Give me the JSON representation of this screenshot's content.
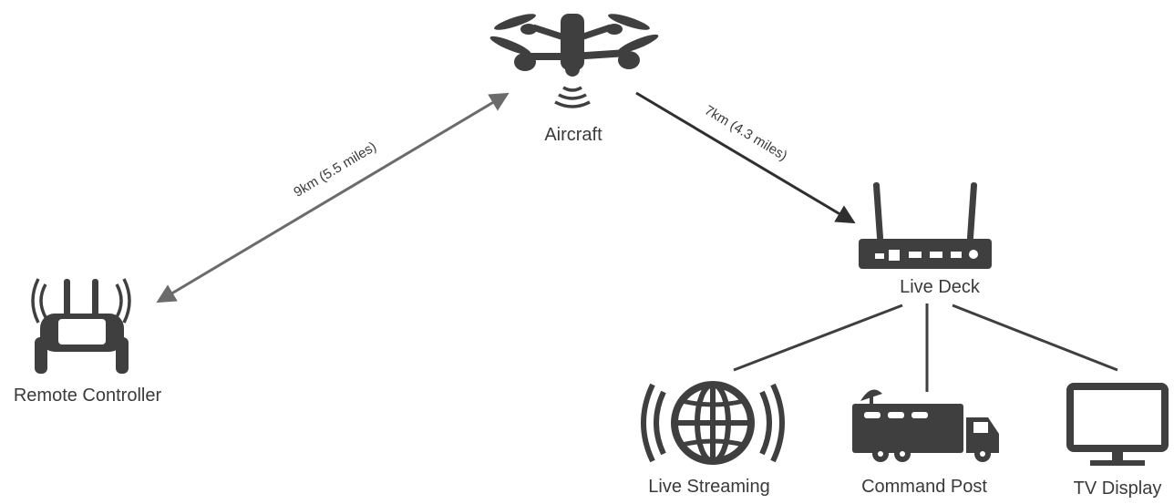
{
  "nodes": {
    "aircraft": {
      "label": "Aircraft",
      "icon": "drone-icon"
    },
    "remote_controller": {
      "label": "Remote Controller",
      "icon": "remote-controller-icon"
    },
    "live_deck": {
      "label": "Live Deck",
      "icon": "router-icon"
    },
    "live_streaming": {
      "label": "Live Streaming",
      "icon": "globe-broadcast-icon"
    },
    "command_post": {
      "label": "Command Post",
      "icon": "broadcast-truck-icon"
    },
    "tv_display": {
      "label": "TV Display",
      "icon": "tv-monitor-icon"
    }
  },
  "links": {
    "controller_aircraft": {
      "label": "9km (5.5 miles)",
      "direction": "bidirectional"
    },
    "aircraft_deck": {
      "label": "7km (4.3 miles)",
      "direction": "to-live-deck"
    }
  },
  "colors": {
    "ink": "#3f3f3f",
    "link_gray": "#6b6b6b",
    "background": "#ffffff"
  }
}
